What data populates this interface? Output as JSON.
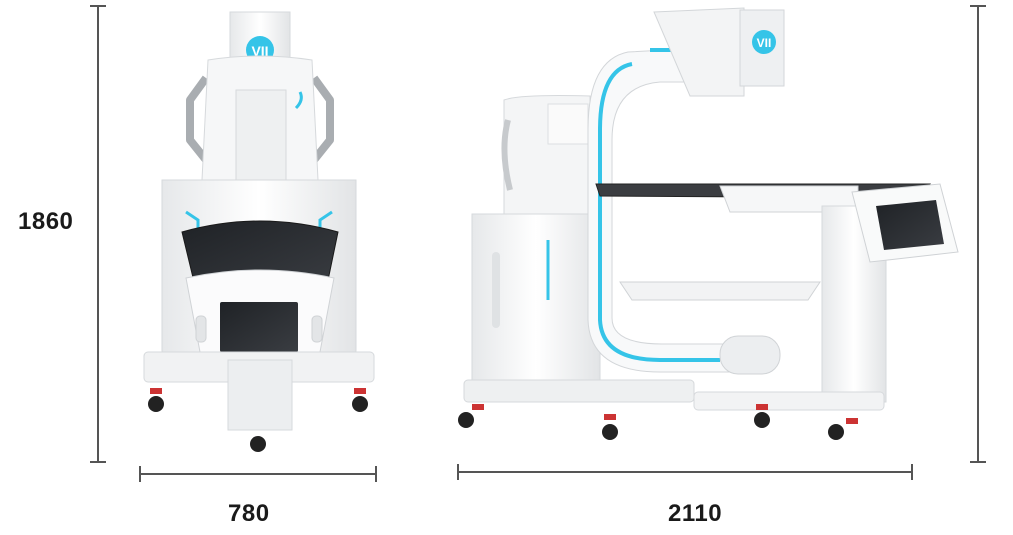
{
  "dimensions": {
    "height_label": "1860",
    "front_width_label": "780",
    "side_width_label": "2110"
  },
  "logo_text": "VII",
  "colors": {
    "body_white": "#f4f5f6",
    "shadow_grey": "#d9dcdf",
    "accent_blue": "#35c4e8",
    "screen_dark": "#2a2c30",
    "dimension_line": "#555555"
  }
}
